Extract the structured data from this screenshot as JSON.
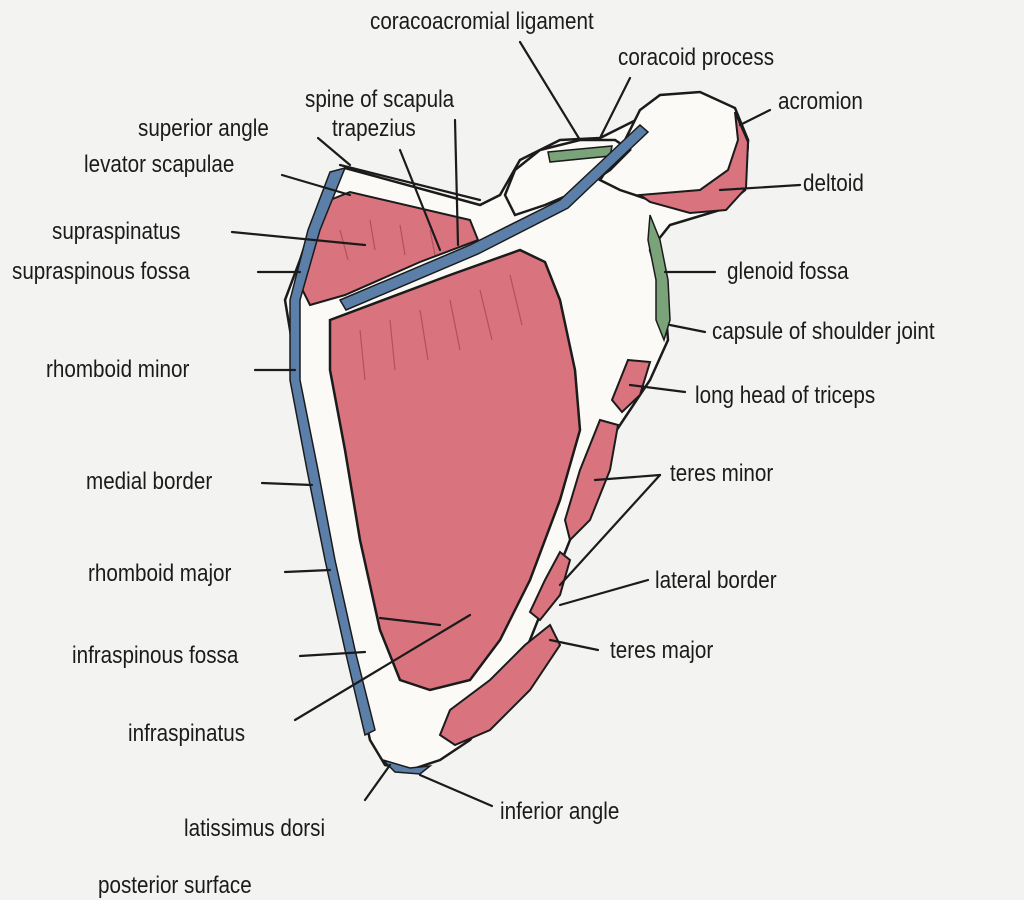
{
  "title": "posterior surface",
  "colors": {
    "background": "#f3f3f1",
    "bone": "#fbfaf6",
    "muscle": "#d9737e",
    "muscle_dark": "#b84e5c",
    "ligament_blue": "#5b7fa8",
    "capsule_green": "#7ba37a",
    "outline": "#1b1b1b"
  },
  "labels": {
    "coracoacromial_ligament": "coracoacromial ligament",
    "coracoid_process": "coracoid process",
    "acromion": "acromion",
    "spine_of_scapula": "spine of scapula",
    "superior_angle": "superior angle",
    "trapezius": "trapezius",
    "levator_scapulae": "levator scapulae",
    "deltoid": "deltoid",
    "supraspinatus": "supraspinatus",
    "supraspinous_fossa": "supraspinous fossa",
    "glenoid_fossa": "glenoid fossa",
    "capsule_of_shoulder_joint": "capsule of shoulder joint",
    "rhomboid_minor": "rhomboid minor",
    "long_head_of_triceps": "long head of triceps",
    "medial_border": "medial border",
    "teres_minor": "teres minor",
    "rhomboid_major": "rhomboid major",
    "lateral_border": "lateral border",
    "infraspinous_fossa": "infraspinous fossa",
    "teres_major": "teres major",
    "infraspinatus": "infraspinatus",
    "inferior_angle": "inferior angle",
    "latissimus_dorsi": "latissimus dorsi",
    "posterior_surface": "posterior surface"
  }
}
